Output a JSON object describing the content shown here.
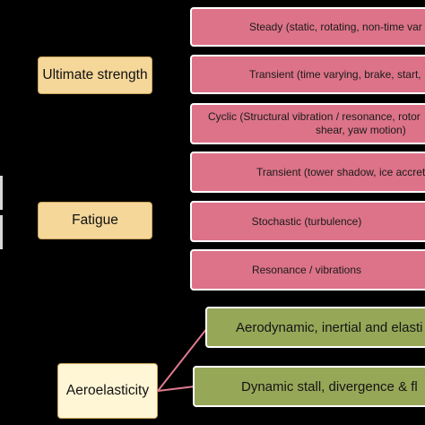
{
  "categories": {
    "ultimate": {
      "label": "Ultimate strength",
      "color": "#f5d79a"
    },
    "fatigue": {
      "label": "Fatigue",
      "color": "#f5d79a"
    },
    "aeroelasticity": {
      "label": "Aeroelasticity",
      "color": "#fff6d6"
    }
  },
  "loads": [
    {
      "text": "Steady (static, rotating, non-time var"
    },
    {
      "text": "Transient  (time varying, brake, start,"
    },
    {
      "text_line1": "Cyclic (Structural vibration / resonance, rotor",
      "text_line2": "shear, yaw motion)"
    },
    {
      "text": "Transient (tower shadow, ice accret"
    },
    {
      "text": "Stochastic (turbulence)"
    },
    {
      "text": "Resonance / vibrations"
    }
  ],
  "aero": [
    {
      "text": "Aerodynamic, inertial and elasti"
    },
    {
      "text": "Dynamic stall, divergence  & fl"
    }
  ],
  "colors": {
    "background": "#000000",
    "load_box": "#dc7388",
    "aero_box": "#97a758",
    "connector": "#e07a8e"
  }
}
